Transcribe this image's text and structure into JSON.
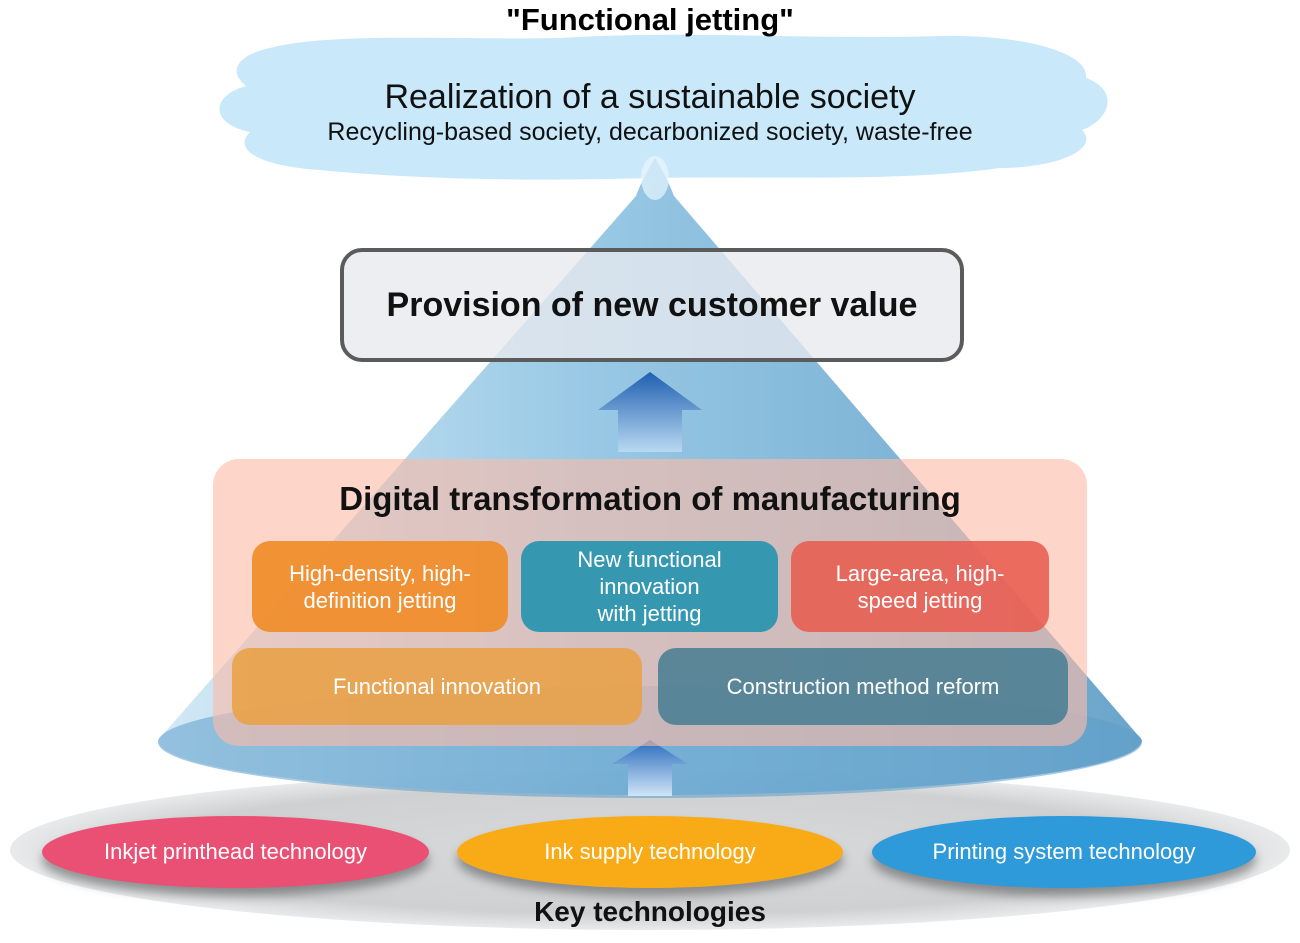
{
  "title": "\"Functional jetting\"",
  "goal": {
    "heading": "Realization of a sustainable society",
    "subheading": "Recycling-based society, decarbonized society, waste-free"
  },
  "value": "Provision of new customer value",
  "dx": {
    "title": "Digital transformation of manufacturing",
    "boxes": [
      "High-density, high-\ndefinition jetting",
      "New functional\ninnovation\nwith jetting",
      "Large-area, high-\nspeed jetting"
    ],
    "foundation": [
      "Functional innovation",
      "Construction method reform"
    ]
  },
  "key_technologies": {
    "label": "Key technologies",
    "items": [
      "Inkjet printhead technology",
      "Ink supply technology",
      "Printing system technology"
    ]
  },
  "colors": {
    "cloud": "#c8e8fa",
    "cone": "#7fb6d8",
    "arrow": "#2f7fc6",
    "tech_red": "#ea5073",
    "tech_yellow": "#f9ab17",
    "tech_blue": "#2f9ad9"
  }
}
